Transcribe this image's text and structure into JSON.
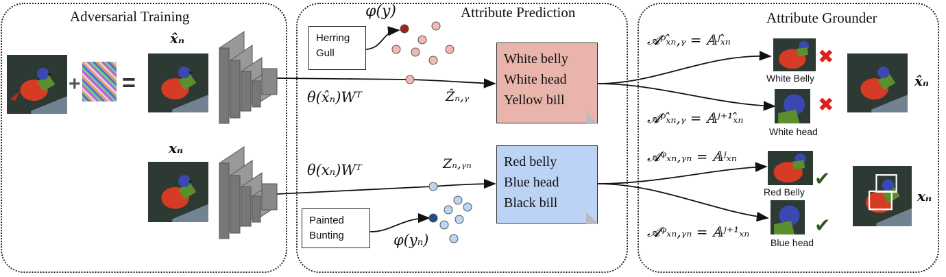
{
  "panels": {
    "adversarial": "Adversarial Training",
    "prediction": "Attribute Prediction",
    "grounder": "Attribute Grounder"
  },
  "labels": {
    "x_hat": "x̂ₙ",
    "x": "xₙ",
    "theta_xhat": "θ(x̂ₙ)Wᵀ",
    "theta_x": "θ(xₙ)Wᵀ",
    "phi_y": "φ(y)",
    "phi_yn": "φ(yₙ)",
    "z_hat": "Ẑₙ,ᵧ",
    "z": "Zₙ,ᵧₙ",
    "right_x_hat": "x̂ₙ",
    "right_x": "xₙ"
  },
  "class_boxes": {
    "top": [
      "Herring",
      "Gull"
    ],
    "bottom": [
      "Painted",
      "Bunting"
    ]
  },
  "notes": {
    "top": {
      "lines": [
        "White belly",
        "White head",
        "Yellow bill"
      ],
      "color": "#e8b4ab"
    },
    "bottom": {
      "lines": [
        "Red belly",
        "Blue head",
        "Black bill"
      ],
      "color": "#bcd3f5"
    }
  },
  "equations": [
    {
      "lhs": "𝓐ᵖₓ̂ₙ,ᵧ",
      "rhs": "= 𝔸ʲₓ̂ₙ"
    },
    {
      "lhs": "𝓐ᵖₓ̂ₙ,ᵧ",
      "rhs": "= 𝔸ʲ⁺¹ₓ̂ₙ"
    },
    {
      "lhs": "𝓐ᵠₓₙ,ᵧₙ",
      "rhs": "= 𝔸ʲₓₙ"
    },
    {
      "lhs": "𝓐ᵠₓₙ,ᵧₙ",
      "rhs": "= 𝔸ʲ⁺¹ₓₙ"
    }
  ],
  "attribute_crops": [
    {
      "label": "White Belly",
      "mark": "✖",
      "mark_color": "#e0201b"
    },
    {
      "label": "White head",
      "mark": "✖",
      "mark_color": "#e0201b"
    },
    {
      "label": "Red Belly",
      "mark": "✔",
      "mark_color": "#2d5a1a"
    },
    {
      "label": "Blue head",
      "mark": "✔",
      "mark_color": "#2d5a1a"
    }
  ],
  "operators": {
    "plus": "+",
    "equals": "="
  },
  "colors": {
    "top_dot": "#f2b8b4",
    "top_dot_anchor": "#a3221a",
    "bottom_dot": "#bcd6f2",
    "bottom_dot_anchor": "#1c4f86"
  }
}
